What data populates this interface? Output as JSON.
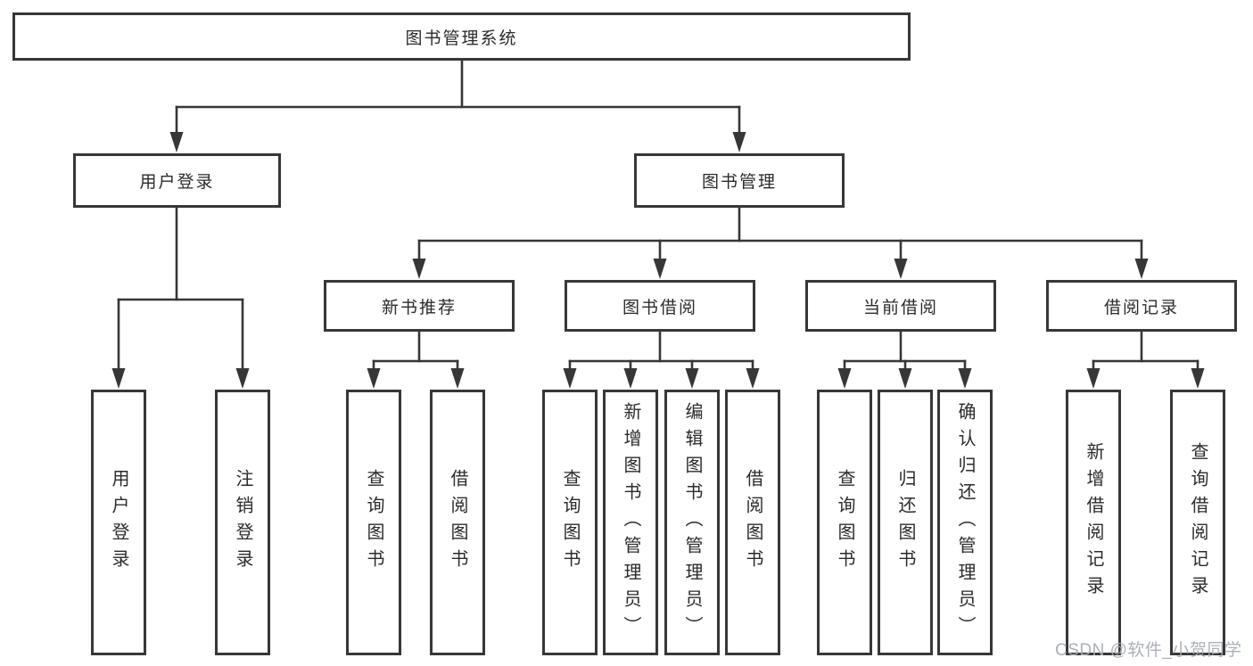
{
  "tree": {
    "label": "图书管理系统",
    "children": [
      {
        "label": "用户登录",
        "children": [
          {
            "label": "用户登录"
          },
          {
            "label": "注销登录"
          }
        ]
      },
      {
        "label": "图书管理",
        "children": [
          {
            "label": "新书推荐",
            "children": [
              {
                "label": "查询图书"
              },
              {
                "label": "借阅图书"
              }
            ]
          },
          {
            "label": "图书借阅",
            "children": [
              {
                "label": "查询图书"
              },
              {
                "label": "新增图书（管理员）"
              },
              {
                "label": "编辑图书（管理员）"
              },
              {
                "label": "借阅图书"
              }
            ]
          },
          {
            "label": "当前借阅",
            "children": [
              {
                "label": "查询图书"
              },
              {
                "label": "归还图书"
              },
              {
                "label": "确认归还（管理员）"
              }
            ]
          },
          {
            "label": "借阅记录",
            "children": [
              {
                "label": "新增借阅记录"
              },
              {
                "label": "查询借阅记录"
              }
            ]
          }
        ]
      }
    ]
  },
  "watermark": "CSDN @软件_小贺同学",
  "colors": {
    "line": "#373737",
    "text": "#2b2b2b",
    "background": "#ffffff",
    "watermark": "#a8adb2"
  }
}
